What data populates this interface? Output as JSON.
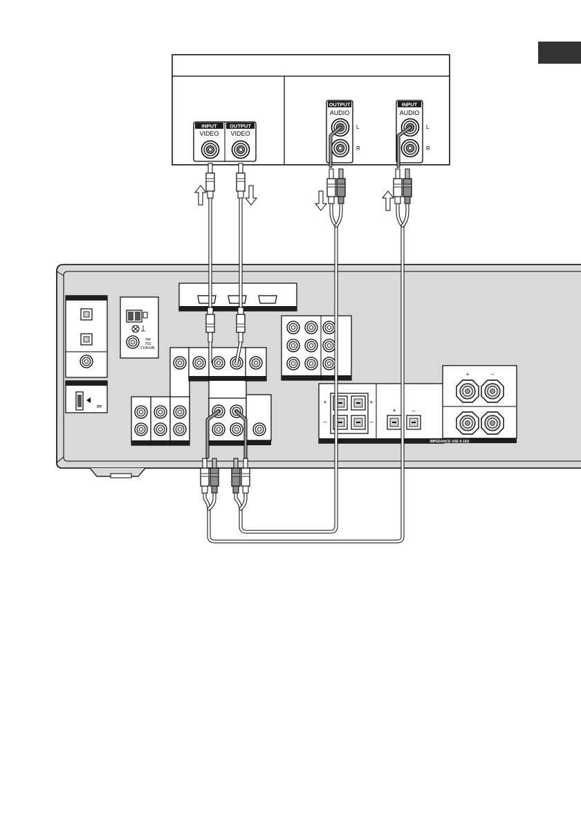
{
  "device": {
    "video_jacks": {
      "input_header": "INPUT",
      "output_header": "OUTPUT",
      "input_label": "VIDEO",
      "output_label": "VIDEO"
    },
    "audio_output": {
      "header": "OUTPUT",
      "label": "AUDIO",
      "l": "L",
      "r": "R"
    },
    "audio_input": {
      "header": "INPUT",
      "label": "AUDIO",
      "l": "L",
      "r": "R"
    }
  },
  "receiver": {
    "antenna": {
      "fm_label": "FM",
      "ohm_label": "75Ω",
      "coaxial_label": "COAXIAL"
    },
    "speaker_impedance_label": "IMPEDANCE USE 8-16Ω",
    "plus": "+",
    "minus": "–"
  },
  "colors": {
    "panel": "#d8d8d8",
    "header_bar": "#1e1e1e",
    "cable_white": "#ffffff",
    "cable_gray": "#9a9a9a",
    "section_tab": "#333333"
  },
  "icons": {
    "arrow_up": "outline-arrow-up-icon",
    "arrow_down": "outline-arrow-down-icon",
    "usb": "usb-port-icon"
  }
}
